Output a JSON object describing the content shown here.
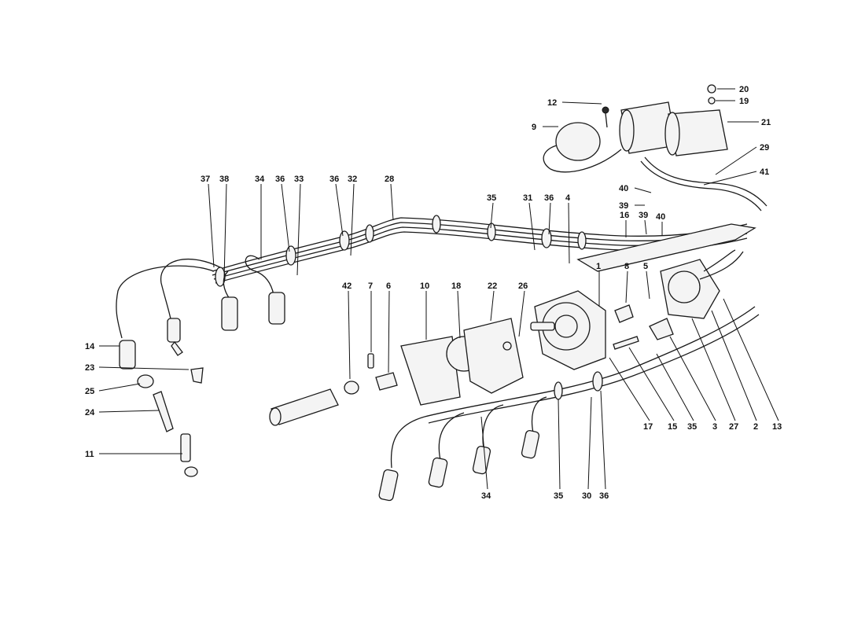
{
  "diagram": {
    "callouts": [
      "20",
      "19",
      "12",
      "9",
      "21",
      "29",
      "41",
      "40",
      "39",
      "40",
      "16",
      "39",
      "37",
      "38",
      "34",
      "36",
      "33",
      "36",
      "32",
      "28",
      "35",
      "31",
      "36",
      "4",
      "1",
      "8",
      "5",
      "42",
      "7",
      "6",
      "10",
      "18",
      "22",
      "26",
      "14",
      "23",
      "25",
      "24",
      "11",
      "17",
      "15",
      "35",
      "3",
      "27",
      "2",
      "13",
      "34",
      "35",
      "30",
      "36"
    ]
  }
}
